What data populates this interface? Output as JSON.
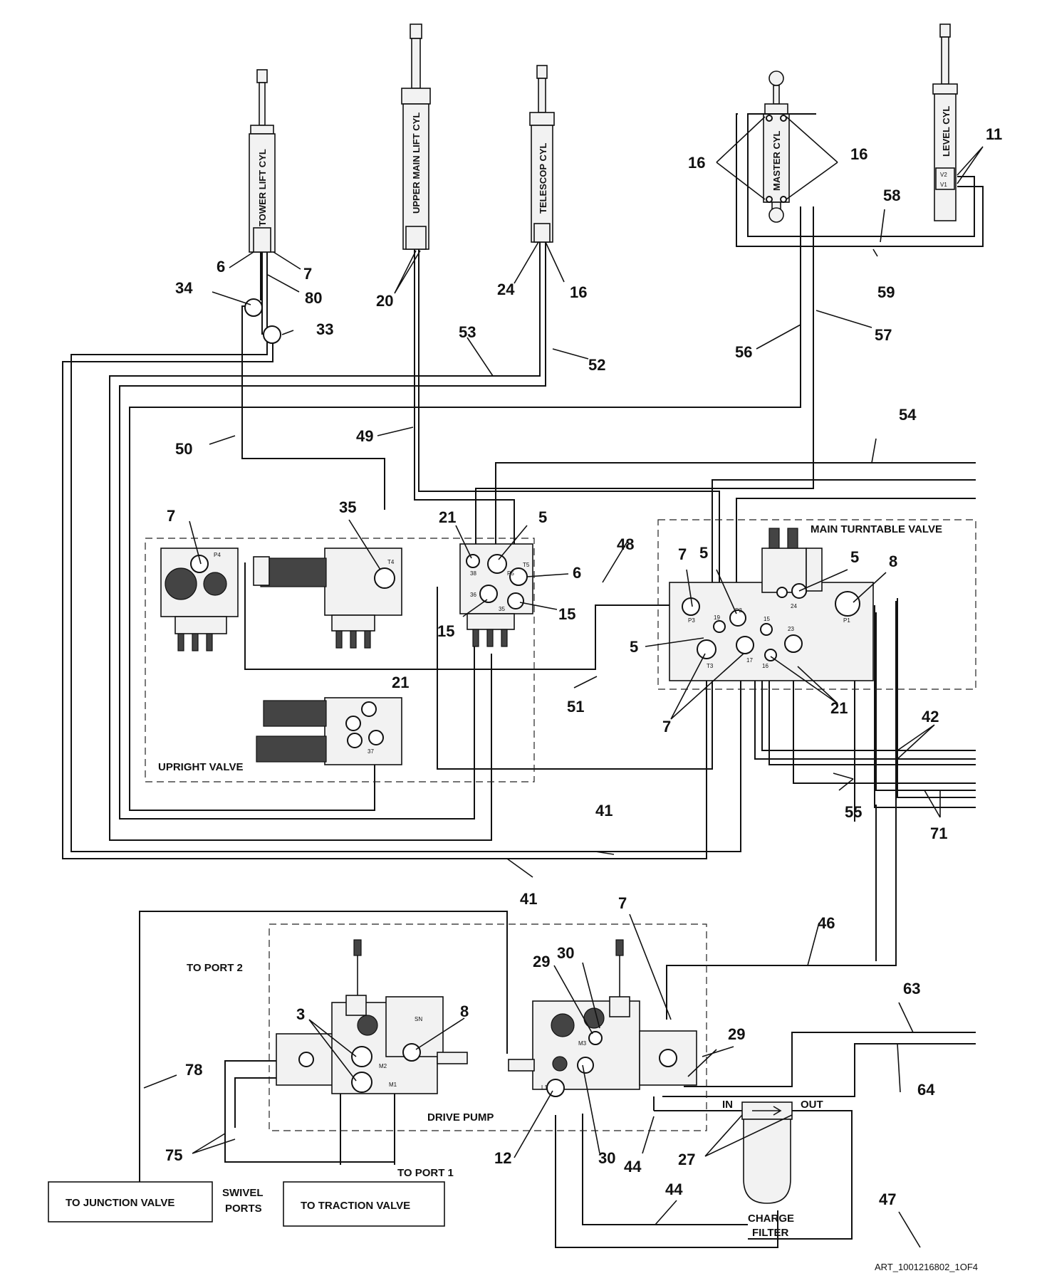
{
  "cylinders": {
    "tower_lift": "TOWER LIFT CYL",
    "upper_main_lift": "UPPER MAIN LIFT CYL",
    "telescop": "TELESCOP CYL",
    "master": "MASTER CYL",
    "level": "LEVEL CYL",
    "level_v2": "V2",
    "level_v1": "V1"
  },
  "valves": {
    "upright": "UPRIGHT VALVE",
    "main_turntable": "MAIN TURNTABLE VALVE",
    "drive_pump": "DRIVE PUMP",
    "charge_filter_line1": "CHARGE",
    "charge_filter_line2": "FILTER",
    "filter_in": "IN",
    "filter_out": "OUT"
  },
  "destinations": {
    "junction": "TO JUNCTION VALVE",
    "traction": "TO TRACTION VALVE",
    "swivel_line1": "SWIVEL",
    "swivel_line2": "PORTS",
    "to_port_1": "TO PORT 1",
    "to_port_2": "TO PORT 2"
  },
  "port_labels": {
    "P4": "P4",
    "T4": "T4",
    "P5": "P5",
    "T5": "T5",
    "p38": "38",
    "p36": "36",
    "p35": "35",
    "p37": "37",
    "P1": "P1",
    "P2": "P2",
    "P3": "P3",
    "T3": "T3",
    "p19": "19",
    "p17": "17",
    "p15": "15",
    "p16": "16",
    "p23": "23",
    "p24": "24",
    "M1": "M1",
    "M2": "M2",
    "L1": "L1",
    "M3": "M3",
    "SN": "SN"
  },
  "callouts": [
    {
      "id": "c6a",
      "text": "6"
    },
    {
      "id": "c7a",
      "text": "7"
    },
    {
      "id": "c80",
      "text": "80"
    },
    {
      "id": "c34",
      "text": "34"
    },
    {
      "id": "c33",
      "text": "33"
    },
    {
      "id": "c20",
      "text": "20"
    },
    {
      "id": "c24",
      "text": "24"
    },
    {
      "id": "c16a",
      "text": "16"
    },
    {
      "id": "c53",
      "text": "53"
    },
    {
      "id": "c52",
      "text": "52"
    },
    {
      "id": "c16b",
      "text": "16"
    },
    {
      "id": "c16c",
      "text": "16"
    },
    {
      "id": "c11",
      "text": "11"
    },
    {
      "id": "c58",
      "text": "58"
    },
    {
      "id": "c59",
      "text": "59"
    },
    {
      "id": "c56",
      "text": "56"
    },
    {
      "id": "c57",
      "text": "57"
    },
    {
      "id": "c50",
      "text": "50"
    },
    {
      "id": "c49",
      "text": "49"
    },
    {
      "id": "c54",
      "text": "54"
    },
    {
      "id": "c7b",
      "text": "7"
    },
    {
      "id": "c35a",
      "text": "35"
    },
    {
      "id": "c21a",
      "text": "21"
    },
    {
      "id": "c5a",
      "text": "5"
    },
    {
      "id": "c6b",
      "text": "6"
    },
    {
      "id": "c15a",
      "text": "15"
    },
    {
      "id": "c15b",
      "text": "15"
    },
    {
      "id": "c48",
      "text": "48"
    },
    {
      "id": "c7c",
      "text": "7"
    },
    {
      "id": "c5b",
      "text": "5"
    },
    {
      "id": "c5c",
      "text": "5"
    },
    {
      "id": "c8a",
      "text": "8"
    },
    {
      "id": "c5d",
      "text": "5"
    },
    {
      "id": "c51",
      "text": "51"
    },
    {
      "id": "c21b",
      "text": "21"
    },
    {
      "id": "c7d",
      "text": "7"
    },
    {
      "id": "c21c",
      "text": "21"
    },
    {
      "id": "c42",
      "text": "42"
    },
    {
      "id": "c55",
      "text": "55"
    },
    {
      "id": "c71",
      "text": "71"
    },
    {
      "id": "c41a",
      "text": "41"
    },
    {
      "id": "c41b",
      "text": "41"
    },
    {
      "id": "c7e",
      "text": "7"
    },
    {
      "id": "c46",
      "text": "46"
    },
    {
      "id": "c30a",
      "text": "30"
    },
    {
      "id": "c29a",
      "text": "29"
    },
    {
      "id": "c3",
      "text": "3"
    },
    {
      "id": "c8b",
      "text": "8"
    },
    {
      "id": "c29b",
      "text": "29"
    },
    {
      "id": "c63",
      "text": "63"
    },
    {
      "id": "c64",
      "text": "64"
    },
    {
      "id": "c78",
      "text": "78"
    },
    {
      "id": "c75",
      "text": "75"
    },
    {
      "id": "c12",
      "text": "12"
    },
    {
      "id": "c30b",
      "text": "30"
    },
    {
      "id": "c44a",
      "text": "44"
    },
    {
      "id": "c27",
      "text": "27"
    },
    {
      "id": "c44b",
      "text": "44"
    },
    {
      "id": "c47",
      "text": "47"
    }
  ],
  "drawing_id": "ART_1001216802_1OF4"
}
